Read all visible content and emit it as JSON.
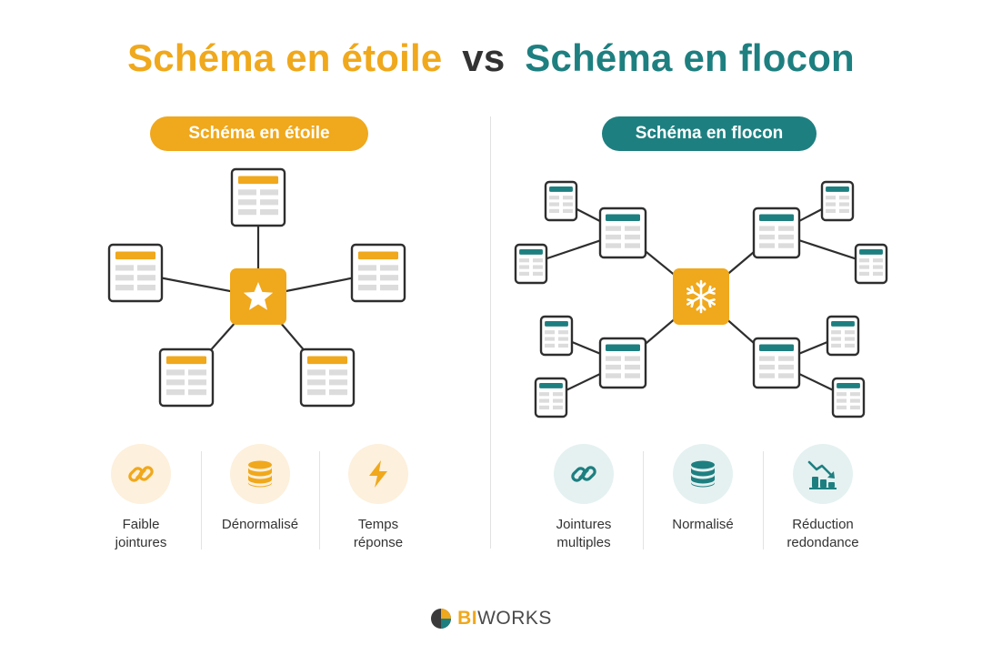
{
  "header": {
    "title_left": "Schéma en étoile",
    "title_vs": "vs",
    "title_right": "Schéma en flocon"
  },
  "star_schema": {
    "pill_label": "Schéma en étoile",
    "center_icon": "star-icon",
    "dimension_table_count": 5,
    "features": [
      {
        "icon": "link-icon",
        "lines": [
          "Faible",
          "jointures"
        ]
      },
      {
        "icon": "database-icon",
        "lines": [
          "Dénormalisé"
        ]
      },
      {
        "icon": "lightning-icon",
        "lines": [
          "Temps",
          "réponse"
        ]
      }
    ]
  },
  "snowflake_schema": {
    "pill_label": "Schéma en flocon",
    "center_icon": "snowflake-icon",
    "dimension_table_count": 4,
    "sub_table_count": 8,
    "features": [
      {
        "icon": "link-icon",
        "lines": [
          "Jointures",
          "multiples"
        ]
      },
      {
        "icon": "database-icon",
        "lines": [
          "Normalisé"
        ]
      },
      {
        "icon": "declining-chart-icon",
        "lines": [
          "Réduction",
          "redondance"
        ]
      }
    ]
  },
  "brand": {
    "bi": "BI",
    "works": "WORKS"
  },
  "colors": {
    "orange": "#f0a81c",
    "teal": "#1e7f80",
    "text": "#2e2e2e"
  }
}
